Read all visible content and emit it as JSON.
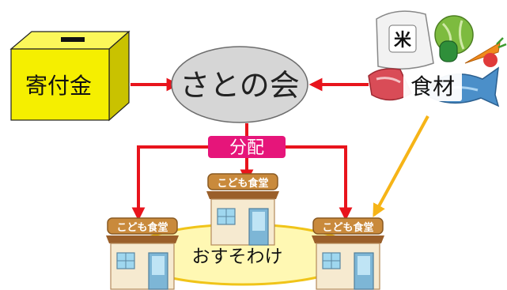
{
  "donation_box": {
    "label": "寄付金"
  },
  "association": {
    "label": "さとの会"
  },
  "ingredients": {
    "label": "食材",
    "rice_bag_symbol": "米"
  },
  "distribution": {
    "label": "分配"
  },
  "shared_area": {
    "label": "おすそわけ"
  },
  "cafeteria": {
    "sign_label": "こども食堂"
  },
  "colors": {
    "box_yellow": "#f5ef00",
    "arrow_red": "#e8141c",
    "arrow_orange": "#f6b417",
    "ellipse_gray": "#d6d6d6",
    "tag_pink": "#e6157a",
    "area_yellow": "#fff8b3"
  },
  "icons": [
    "donation-box",
    "rice-bag-icon",
    "vegetables-icon",
    "meat-icon",
    "fish-icon",
    "cafeteria-building-icon"
  ]
}
